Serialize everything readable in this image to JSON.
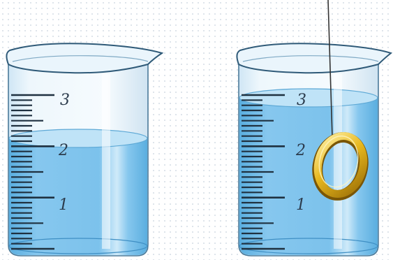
{
  "figure": {
    "description_free": true,
    "left_beaker": {
      "scale_marks": [
        "1",
        "2",
        "3"
      ],
      "water_level_mark": "2"
    },
    "right_beaker": {
      "scale_marks": [
        "1",
        "2",
        "3"
      ],
      "water_level_mark": "3",
      "object": "ring-on-string"
    }
  },
  "colors": {
    "glass": "#e9f4fb",
    "glass_edge": "#3d6b8a",
    "water": "#79c0ea",
    "water_dark": "#4ea6dc",
    "water_surface": "#b9e0f6",
    "ring_gold": "#e3b21c",
    "ring_dark": "#8a6508",
    "string": "#333333"
  }
}
